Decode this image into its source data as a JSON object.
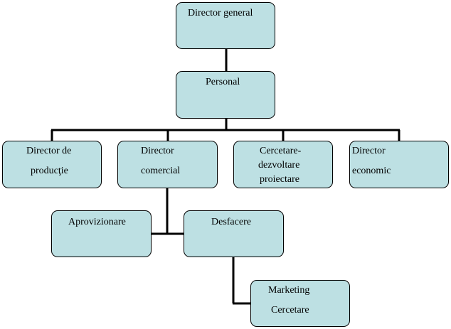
{
  "diagram": {
    "colors": {
      "box_fill": "#bde0e3",
      "border": "#000000",
      "line": "#000000"
    },
    "nodes": {
      "director_general": {
        "lines": [
          "Director general"
        ]
      },
      "personal": {
        "lines": [
          "Personal"
        ]
      },
      "director_productie": {
        "lines": [
          "Director de",
          "producţie"
        ]
      },
      "director_comercial": {
        "lines": [
          "Director",
          "comercial"
        ]
      },
      "cercetare_dezvoltare": {
        "lines": [
          "Cercetare-",
          "dezvoltare",
          "proiectare"
        ]
      },
      "director_economic": {
        "lines": [
          "Director",
          "economic"
        ]
      },
      "aprovizionare": {
        "lines": [
          "Aprovizionare"
        ]
      },
      "desfacere": {
        "lines": [
          "Desfacere"
        ]
      },
      "marketing_cercetare": {
        "lines": [
          "Marketing",
          "Cercetare"
        ]
      }
    },
    "edges": [
      [
        "director_general",
        "personal"
      ],
      [
        "personal",
        "director_productie"
      ],
      [
        "personal",
        "director_comercial"
      ],
      [
        "personal",
        "cercetare_dezvoltare"
      ],
      [
        "personal",
        "director_economic"
      ],
      [
        "director_comercial",
        "aprovizionare"
      ],
      [
        "director_comercial",
        "desfacere"
      ],
      [
        "desfacere",
        "marketing_cercetare"
      ]
    ]
  }
}
